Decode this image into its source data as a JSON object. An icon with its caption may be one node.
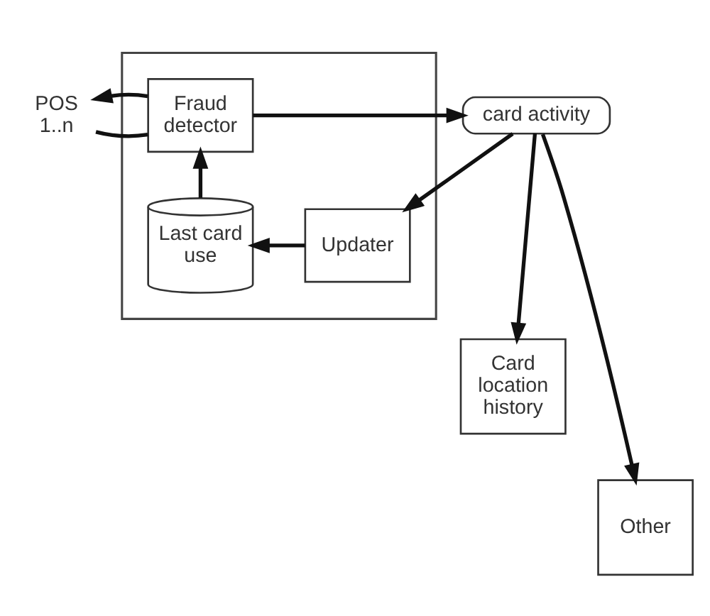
{
  "diagram": {
    "nodes": [
      {
        "text": [
          "POS 1..n"
        ]
      },
      {
        "text": [],
        "shape": "box"
      },
      {
        "text": [
          "Fraud detector"
        ],
        "in": 1
      },
      {
        "text": [
          "card activity"
        ]
      },
      {
        "text": [
          "Last card use"
        ],
        "in": 1
      },
      {
        "text": [
          "Updater"
        ],
        "in": 1
      },
      {
        "text": [
          "Card location history"
        ]
      },
      {
        "text": [
          "Other"
        ]
      }
    ],
    "edges": [
      {
        "from": 0,
        "to": 2,
        "arrow": "none"
      },
      {
        "from": 2,
        "to": 0,
        "arrow": "to"
      },
      {
        "from": 2,
        "to": 3,
        "arrow": "to"
      },
      {
        "from": 4,
        "to": 2,
        "arrow": "to"
      },
      {
        "from": 3,
        "to": 5,
        "arrow": "to"
      },
      {
        "from": 5,
        "to": 4,
        "arrow": "to"
      },
      {
        "from": 3,
        "to": 6,
        "arrow": "to"
      },
      {
        "from": 3,
        "to": 7,
        "arrow": "to"
      }
    ]
  }
}
